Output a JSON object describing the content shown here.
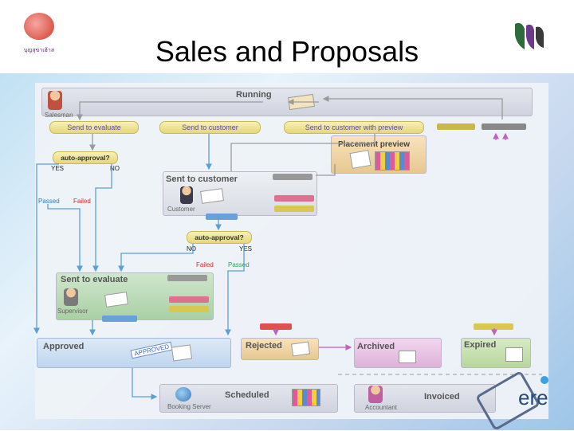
{
  "title": "Sales and Proposals",
  "logo_left_text": "บุญสุขาเฮ้าส",
  "diagram": {
    "running": "Running",
    "salesman": "Salesman",
    "send_to_evaluate": "Send to evaluate",
    "send_to_customer": "Send to customer",
    "send_to_customer_preview": "Send to customer with preview",
    "placement_preview": "Placement preview",
    "auto_approval_1": "auto-approval?",
    "yes_1": "YES",
    "no_1": "NO",
    "passed_1": "Passed",
    "failed_1": "Failed",
    "sent_to_customer": "Sent to customer",
    "customer": "Customer",
    "auto_approval_2": "auto-approval?",
    "no_2": "NO",
    "yes_2": "YES",
    "failed_2": "Failed",
    "passed_2": "Passed",
    "sent_to_evaluate": "Sent to evaluate",
    "supervisor": "Supervisor",
    "approved": "Approved",
    "approved_stamp": "APPROVED",
    "rejected": "Rejected",
    "archived": "Archived",
    "expired": "Expired",
    "scheduled": "Scheduled",
    "booking_server": "Booking Server",
    "invoiced": "Invoiced",
    "accountant": "Accountant",
    "brand_text": "ere"
  },
  "colors": {
    "accent_yellow": "#e5d77a",
    "arrow_blue": "#5b9fd6",
    "arrow_gray": "#9a9a9a",
    "arrow_pink": "#c060c0",
    "state_green": "#b7d9b4",
    "state_pink": "#e9c4e4",
    "state_orange": "#f4d7a6",
    "state_blue": "#c8dcf0"
  }
}
